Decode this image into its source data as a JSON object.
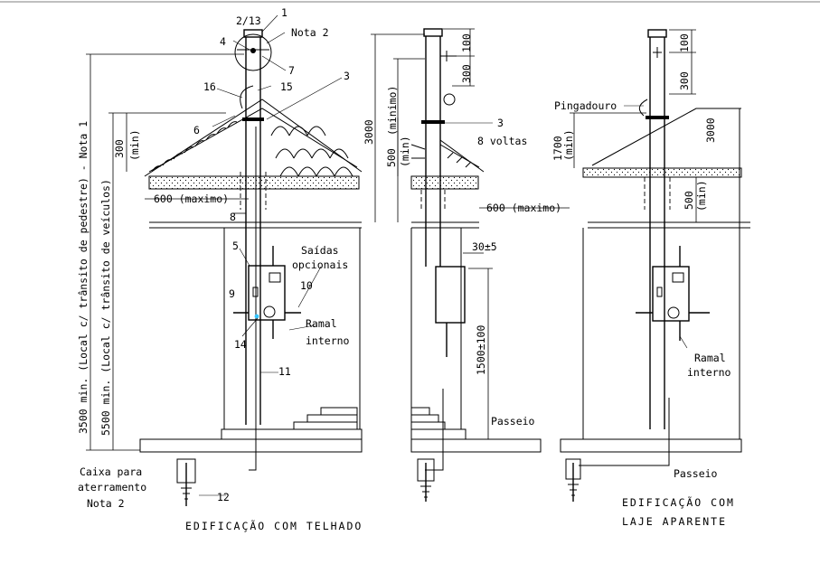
{
  "labels": {
    "ref_2_13": "2/13",
    "ref_1": "1",
    "nota2_top": "Nota 2",
    "ref_4": "4",
    "ref_7": "7",
    "ref_16": "16",
    "ref_15": "15",
    "ref_3_left": "3",
    "ref_6": "6",
    "dim_300_min": "300",
    "dim_min": "(min)",
    "dim_600_left": "600 (maximo)",
    "dim_8": "8",
    "ref_5": "5",
    "saidas": "Saídas",
    "opcionais": "opcionais",
    "ref_9": "9",
    "ref_10": "10",
    "ramal_left_1": "Ramal",
    "ramal_left_2": "interno",
    "ref_14": "14",
    "ref_11": "11",
    "vert_3500": "3500 min. (Local c/ trânsito de pedestre) - Nota 1",
    "vert_5500": "5500 min. (Local c/ trânsito de veículos)",
    "caixa_1": "Caixa para",
    "caixa_2": "aterramento",
    "nota2_bottom": "Nota 2",
    "ref_12": "12",
    "title_left": "EDIFICAÇÃO COM TELHADO",
    "mid_100": "100",
    "mid_300": "300",
    "mid_3000": "3000",
    "mid_minimo": "(minimo)",
    "mid_500": "500",
    "mid_min": "(min)",
    "mid_ref3": "3",
    "mid_8voltas": "8 voltas",
    "mid_600": "600 (maximo)",
    "mid_30": "30±5",
    "mid_1500": "1500±100",
    "passeio_mid": "Passeio",
    "pingadouro": "Pingadouro",
    "r_100": "100",
    "r_300": "300",
    "r_1700": "1700",
    "r_min1": "(min)",
    "r_3000": "3000",
    "r_500": "500",
    "r_min2": "(min)",
    "ramal_right_1": "Ramal",
    "ramal_right_2": "interno",
    "passeio_right": "Passeio",
    "title_right_1": "EDIFICAÇÃO COM",
    "title_right_2": "LAJE APARENTE"
  },
  "colors": {
    "line": "#000000",
    "accent_dot": "#33c3ff"
  }
}
